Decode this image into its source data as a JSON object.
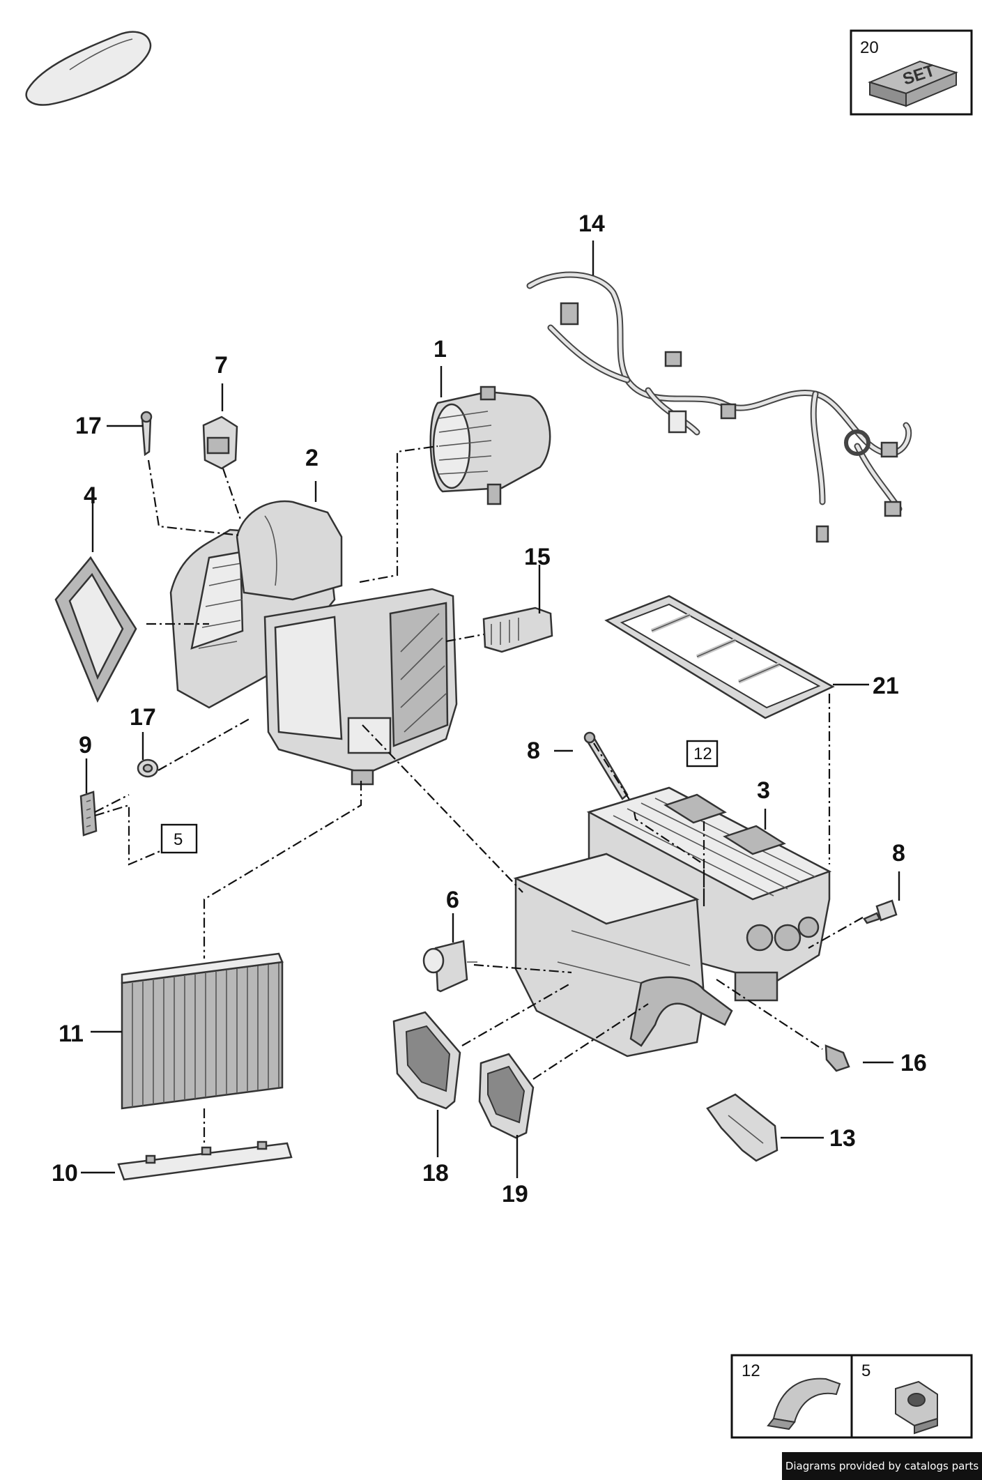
{
  "callouts": {
    "p1": "1",
    "p2": "2",
    "p3": "3",
    "p4": "4",
    "p6": "6",
    "p7": "7",
    "p8a": "8",
    "p8b": "8",
    "p9": "9",
    "p10": "10",
    "p11": "11",
    "p13": "13",
    "p14": "14",
    "p15": "15",
    "p16": "16",
    "p17a": "17",
    "p17b": "17",
    "p18": "18",
    "p19": "19",
    "p21": "21"
  },
  "boxed_refs": {
    "ref12": "12",
    "ref5": "5"
  },
  "set_box": {
    "number": "20",
    "label": "SET"
  },
  "legend": {
    "item12": "12",
    "item5": "5"
  },
  "credit": "Diagrams provided by catalogs parts"
}
